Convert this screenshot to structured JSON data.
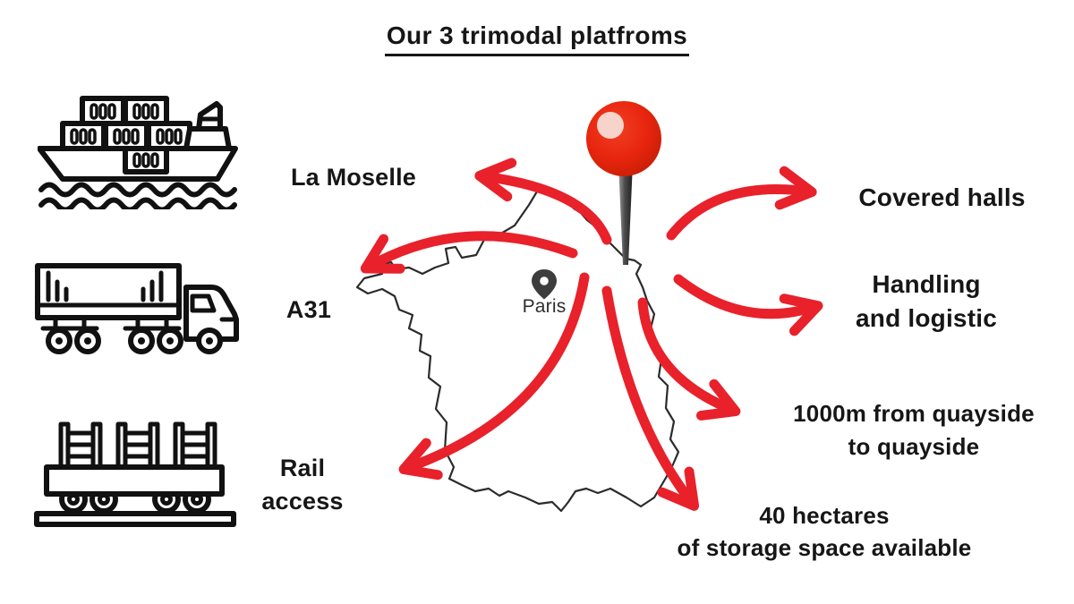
{
  "title": "Our 3 trimodal platfroms",
  "platforms": [
    {
      "icon": "cargo-ship-icon",
      "label": "La Moselle"
    },
    {
      "icon": "truck-icon",
      "label": "A31"
    },
    {
      "icon": "rail-wagon-icon",
      "label": "Rail access"
    }
  ],
  "map": {
    "country": "France",
    "city_label": "Paris",
    "pin": "red-pushpin-northeast-france"
  },
  "features": [
    {
      "label": "Covered halls"
    },
    {
      "label": "Handling\nand logistic"
    },
    {
      "label": "1000m from quayside\nto quayside"
    },
    {
      "label": "40 hectares\nof storage space available"
    }
  ],
  "colors": {
    "arrow_red": "#e8212b",
    "pin_red": "#e8250e",
    "pin_red_dark": "#c21d04",
    "pin_highlight": "#f6d3cb",
    "icon_black": "#111111",
    "map_outline": "#2b2b2b",
    "text_black": "#161616"
  }
}
